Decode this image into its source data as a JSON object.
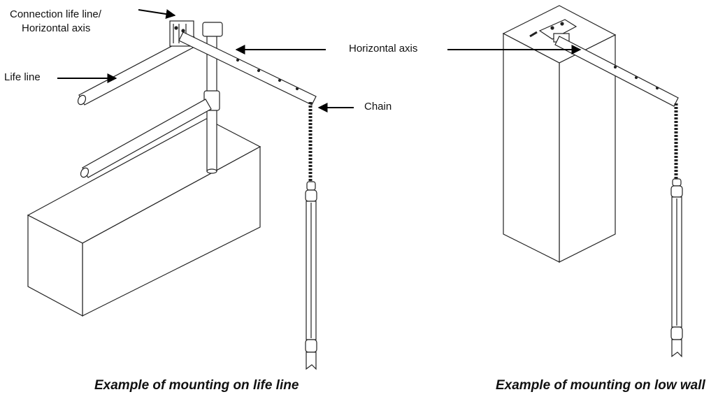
{
  "labels": {
    "connection_line1": "Connection life line/",
    "connection_line2": "Horizontal axis",
    "life_line": "Life line",
    "horizontal_axis": "Horizontal axis",
    "chain": "Chain"
  },
  "captions": {
    "left": "Example of mounting on life line",
    "right": "Example of mounting on low wall"
  }
}
